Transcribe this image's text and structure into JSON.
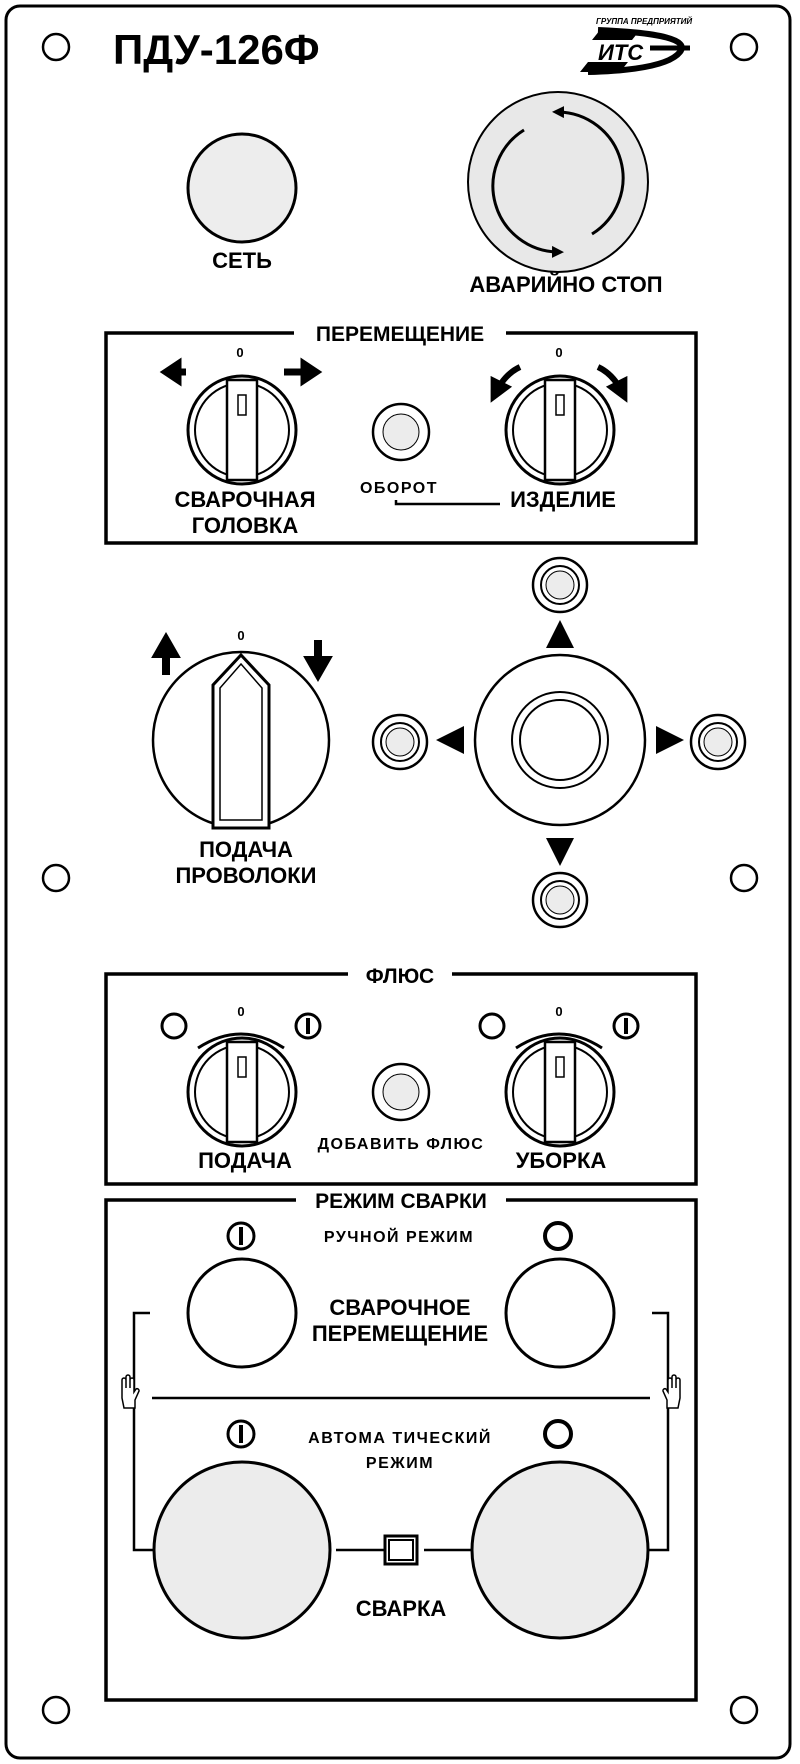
{
  "panel": {
    "title": "ПДУ-126Ф",
    "logo": {
      "tagline": "ГРУППА ПРЕДПРИЯТИЙ",
      "name": "ИТС"
    }
  },
  "top": {
    "power_label": "СЕТЬ",
    "estop_label": "АВАРИЙНО СТОП"
  },
  "movement": {
    "title": "ПЕРЕМЕЩЕНИЕ",
    "zero": "0",
    "head_label_line1": "СВАРОЧНАЯ",
    "head_label_line2": "ГОЛОВКА",
    "rotation_label": "ОБОРОТ",
    "workpiece_label": "ИЗДЕЛИЕ"
  },
  "wire": {
    "zero": "0",
    "label_line1": "ПОДАЧА",
    "label_line2": "ПРОВОЛОКИ"
  },
  "flux": {
    "title": "ФЛЮС",
    "zero": "0",
    "feed_label": "ПОДАЧА",
    "add_label": "ДОБАВИТЬ ФЛЮС",
    "removal_label": "УБОРКА"
  },
  "welding_mode": {
    "title": "РЕЖИМ СВАРКИ",
    "manual_label": "РУЧНОЙ РЕЖИМ",
    "travel_line1": "СВАРОЧНОЕ",
    "travel_line2": "ПЕРЕМЕЩЕНИЕ",
    "auto_line1": "АВТОМА ТИЧЕСКИЙ",
    "auto_line2": "РЕЖИМ",
    "weld_label": "СВАРКА"
  }
}
